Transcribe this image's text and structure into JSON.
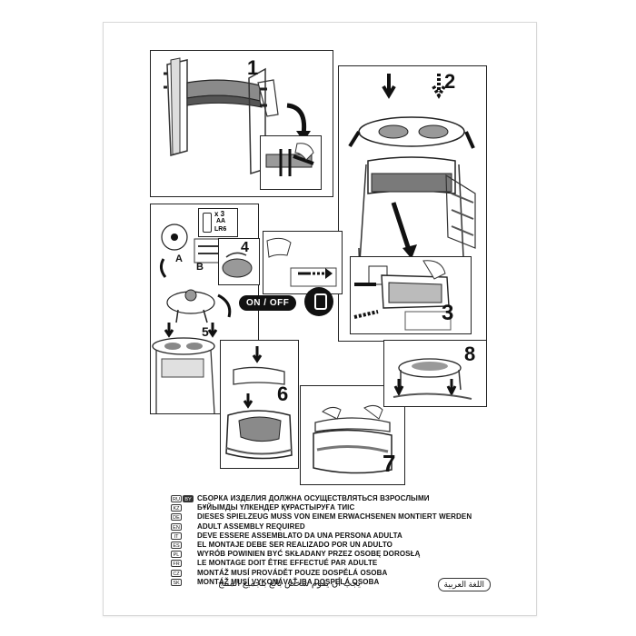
{
  "steps": {
    "s1": "1",
    "s2": "2",
    "s3": "3",
    "s4": "4",
    "s5": "5",
    "s6": "6",
    "s7": "7",
    "s8": "8"
  },
  "battery": {
    "count": "x 3",
    "type": "AA",
    "code": "LR6"
  },
  "callouts": {
    "a": "A",
    "b": "B"
  },
  "switch_label": "ON / OFF",
  "languages": [
    {
      "codes": [
        "RU",
        "BY"
      ],
      "text": "СБОРКА ИЗДЕЛИЯ ДОЛЖНА ОСУЩЕСТВЛЯТЬСЯ ВЗРОСЛЫМИ"
    },
    {
      "codes": [
        "KZ"
      ],
      "text": "БҰЙЫМДЫ ҮЛКЕНДЕР ҚҰРАСТЫРУҒА ТИІС"
    },
    {
      "codes": [
        "DE"
      ],
      "text": "DIESES SPIELZEUG MUSS VON EINEM ERWACHSENEN MONTIERT WERDEN"
    },
    {
      "codes": [
        "EN"
      ],
      "text": "ADULT ASSEMBLY REQUIRED"
    },
    {
      "codes": [
        "IT"
      ],
      "text": "DEVE ESSERE ASSEMBLATO DA UNA PERSONA ADULTA"
    },
    {
      "codes": [
        "ES"
      ],
      "text": "EL MONTAJE DEBE SER REALIZADO POR UN ADULTO"
    },
    {
      "codes": [
        "PL"
      ],
      "text": "WYRÓB POWINIEN BYĆ SKŁADANY PRZEZ OSOBĘ DOROSŁĄ"
    },
    {
      "codes": [
        "FR"
      ],
      "text": "LE MONTAGE DOIT ÊTRE EFFECTUÉ PAR ADULTE"
    },
    {
      "codes": [
        "CZ"
      ],
      "text": "MONTÁŽ MUSÍ PROVÁDĚT POUZE DOSPĚLÁ OSOBA"
    },
    {
      "codes": [
        "SK"
      ],
      "text": "MONTÁŽ MUSÍ VYKONÁVAŤ IBA DOSPELÁ OSOBA"
    }
  ],
  "arabic": {
    "text": "يجب أن يقوم شخص بالغ بتجميع المنتج",
    "badge": "اللغة العربية"
  },
  "colors": {
    "ink": "#111111",
    "panel_border": "#222222",
    "shade": "#6e6e6e"
  }
}
